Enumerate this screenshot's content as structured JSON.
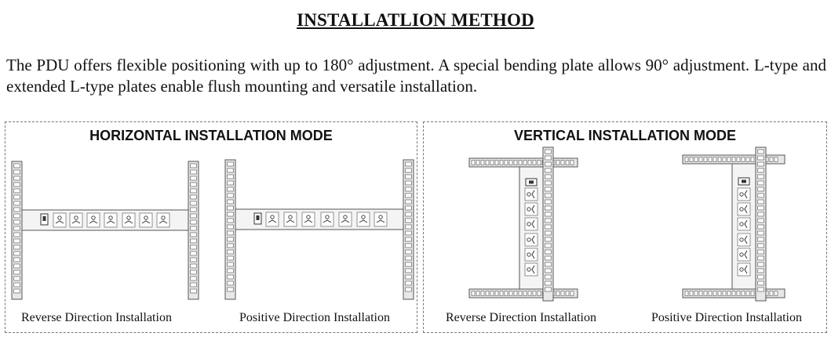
{
  "page": {
    "title": "INSTALLATLION METHOD",
    "intro": "The PDU offers flexible positioning with up to 180° adjustment. A special bending plate allows 90° adjustment. L-type and extended L-type plates enable flush mounting and versatile installation."
  },
  "horizontal": {
    "heading": "HORIZONTAL INSTALLATION MODE",
    "captions": [
      "Reverse Direction Installation",
      "Positive Direction Installation"
    ]
  },
  "vertical": {
    "heading": "VERTICAL INSTALLATION MODE",
    "captions": [
      "Reverse Direction Installation",
      "Positive Direction Installation"
    ]
  },
  "icons": [
    "rack-rail-icon",
    "pdu-strip-icon",
    "power-outlet-icon",
    "power-switch-icon"
  ],
  "colors": {
    "outline": "#555555",
    "rail_fill": "#e8e8e8",
    "strip_fill": "#f4f4f4",
    "border": "#777777"
  }
}
